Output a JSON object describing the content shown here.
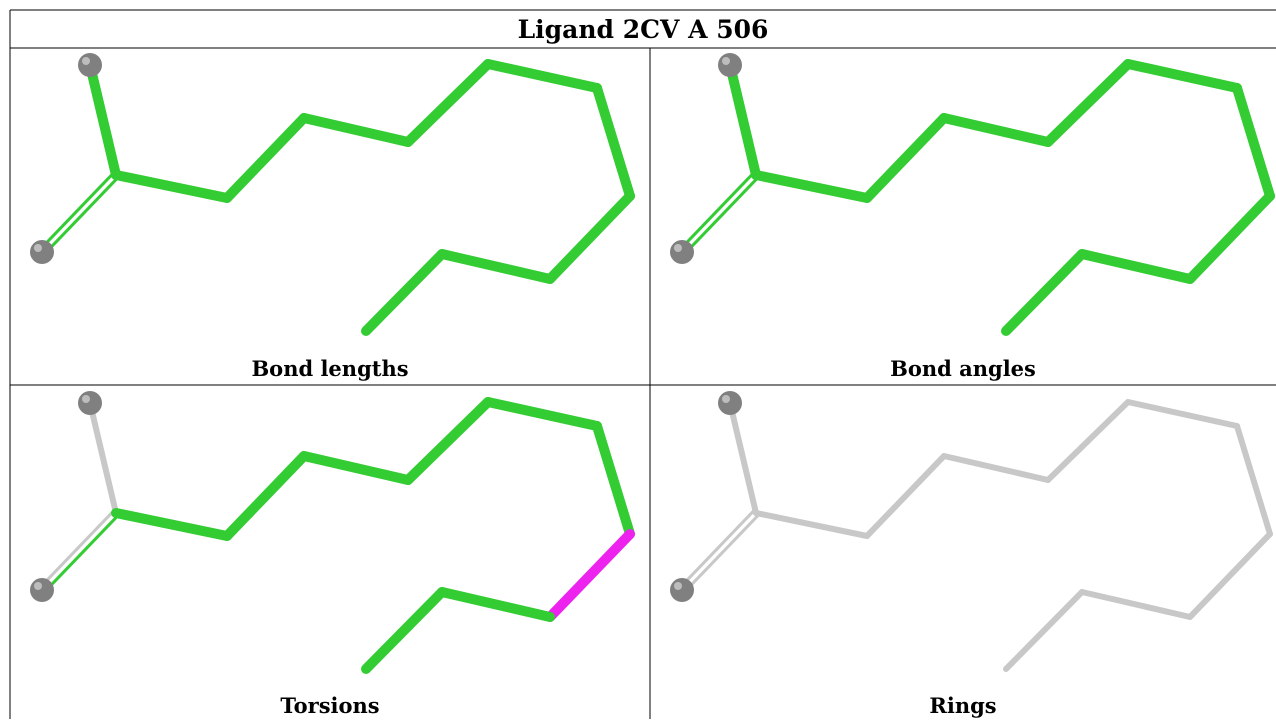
{
  "title": "Ligand 2CV A 506",
  "panels": [
    {
      "caption": "Bond lengths",
      "scheme": [
        "g",
        "g",
        "g",
        "g",
        "g",
        "g",
        "g",
        "g",
        "g",
        "g",
        "g",
        "g",
        "g"
      ]
    },
    {
      "caption": "Bond angles",
      "scheme": [
        "g",
        "g",
        "g",
        "g",
        "g",
        "g",
        "g",
        "g",
        "g",
        "g",
        "g",
        "g",
        "g"
      ]
    },
    {
      "caption": "Torsions",
      "scheme": [
        "y",
        "y",
        "g",
        "g",
        "g",
        "g",
        "g",
        "g",
        "g",
        "m",
        "g",
        "g",
        "y"
      ]
    },
    {
      "caption": "Rings",
      "scheme": [
        "y",
        "y",
        "y",
        "y",
        "y",
        "y",
        "y",
        "y",
        "y",
        "y",
        "y",
        "y",
        "y"
      ]
    }
  ],
  "colors": {
    "green": "#33cc33",
    "magenta": "#ee22ee",
    "grey": "#c8c8c8",
    "atom": "#808080",
    "border": "#000000"
  }
}
